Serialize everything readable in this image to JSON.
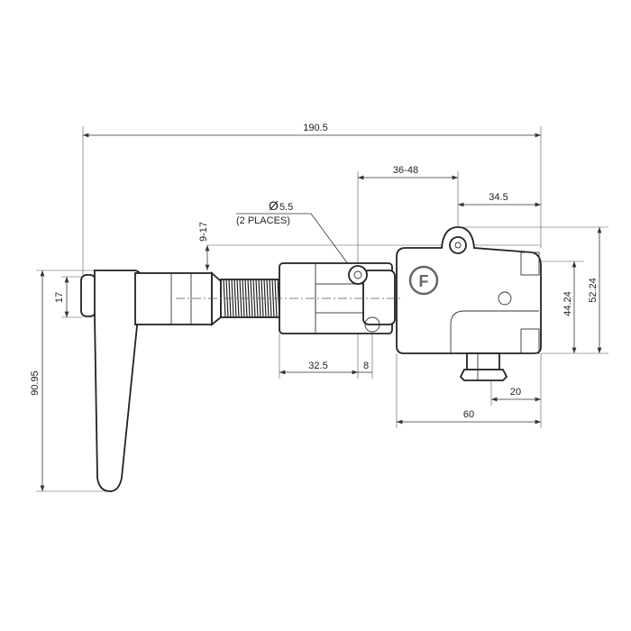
{
  "dimensions": {
    "overall_length": "190.5",
    "adjust_range": "36-48",
    "body_offset": "34.5",
    "hole_diameter": "5.5",
    "hole_symbol": "Ø",
    "hole_note": "(2 PLACES)",
    "gap_range": "9-17",
    "knob_height": "17",
    "lever_height": "90.95",
    "block_length": "32.5",
    "pin_width": "8",
    "body_height": "44.24",
    "total_height": "52.24",
    "connector_offset": "20",
    "body_width": "60"
  },
  "logo": {
    "letter": "F"
  }
}
